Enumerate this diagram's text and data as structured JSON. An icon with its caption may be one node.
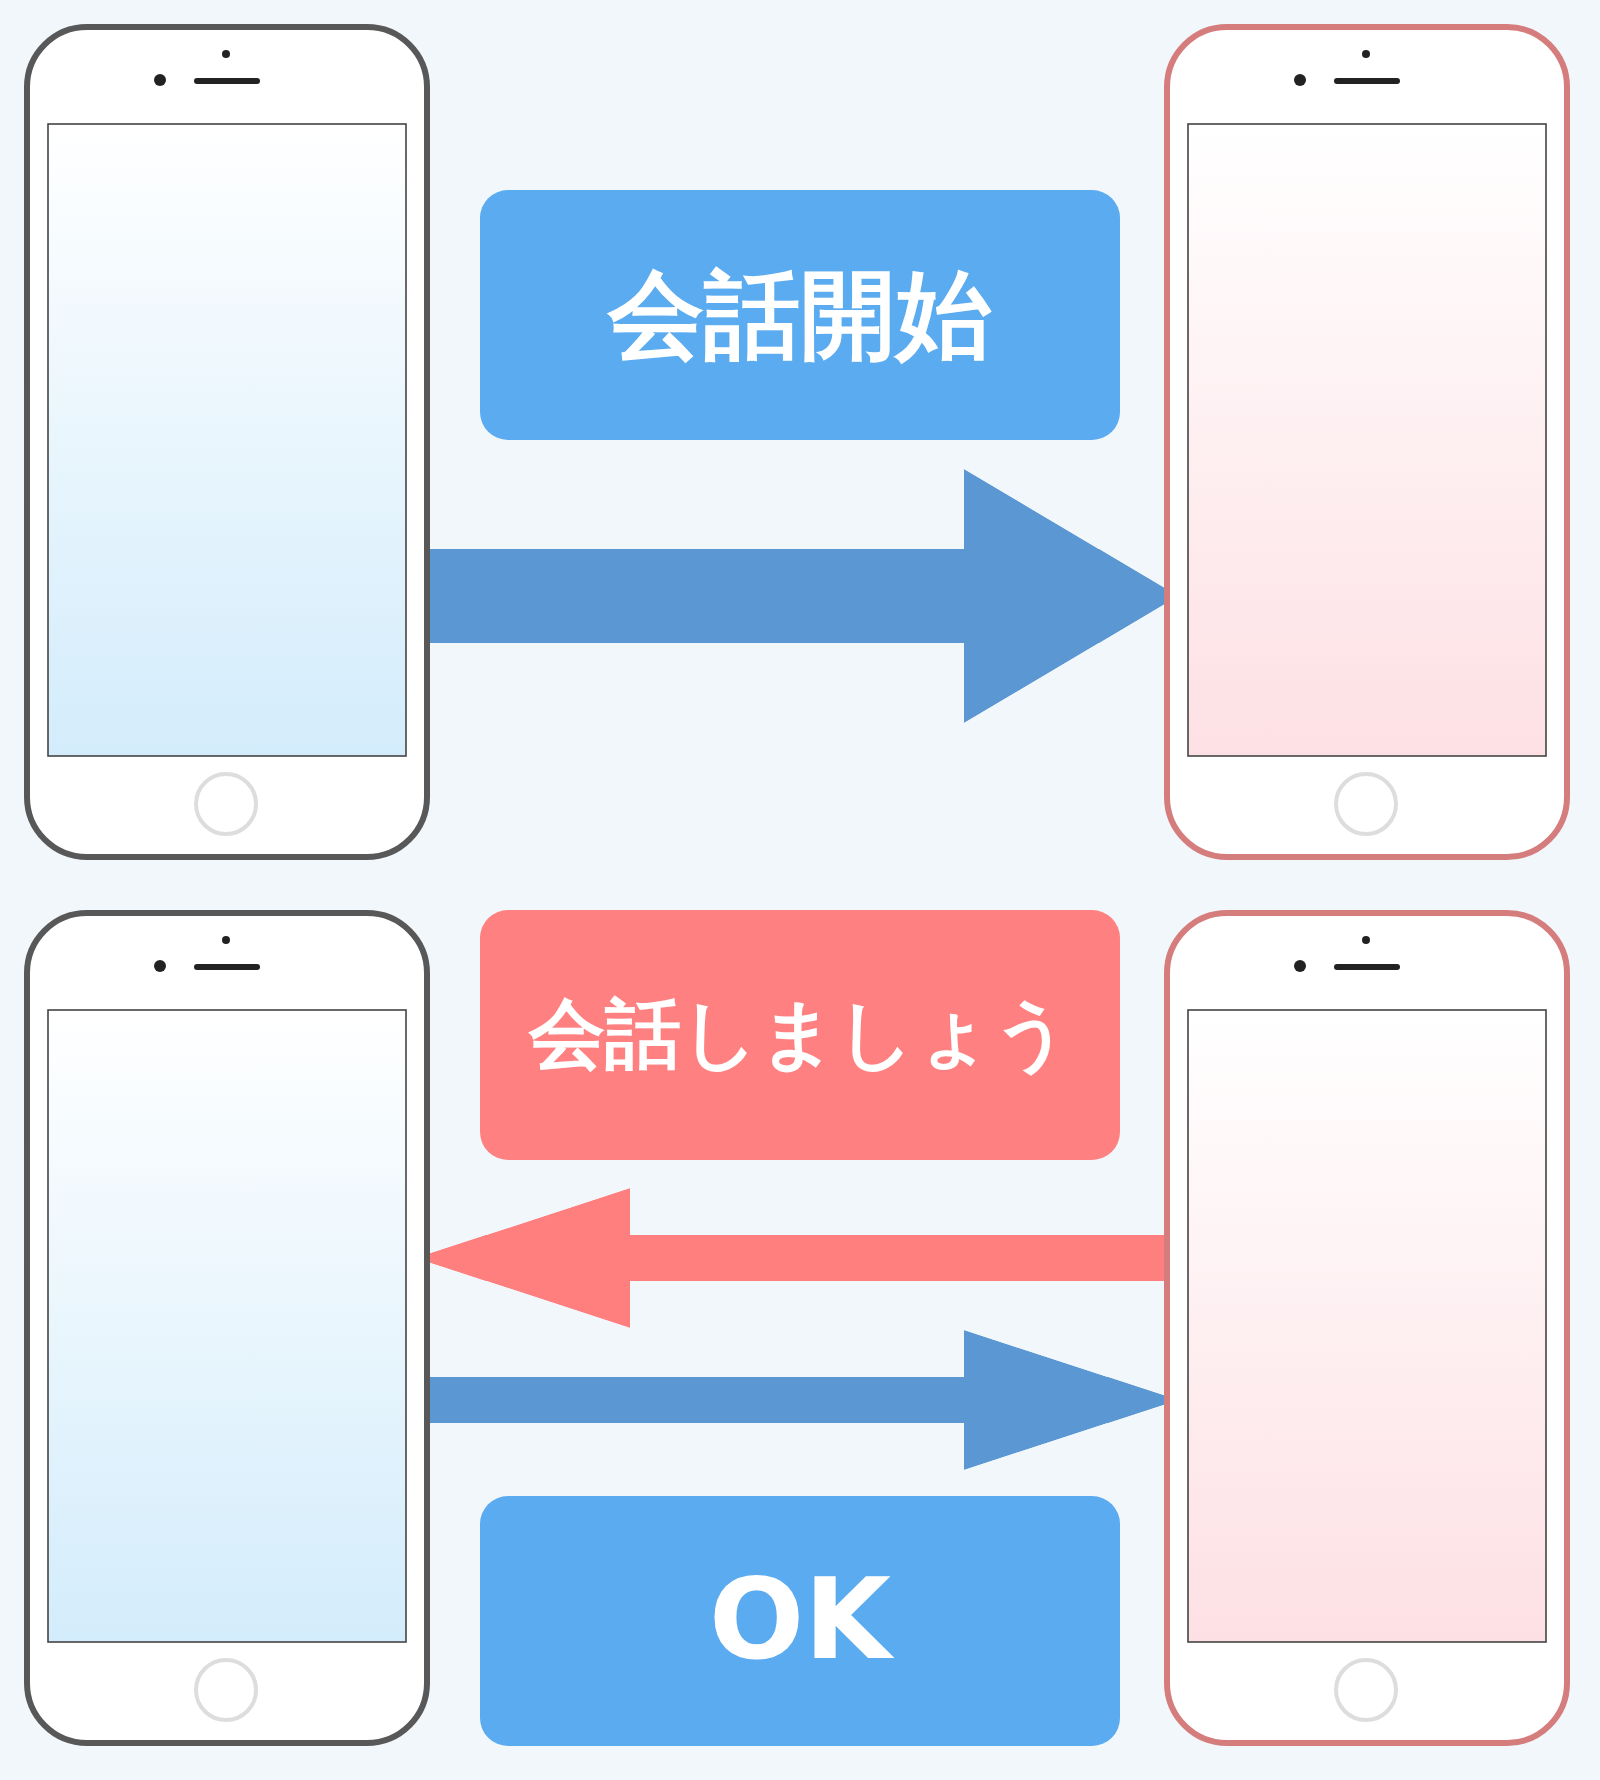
{
  "diagram": {
    "nodes": [
      {
        "text": [],
        "shape": "picture"
      },
      {
        "text": [
          "会話開始"
        ]
      },
      {
        "text": [],
        "shape": "picture"
      },
      {
        "text": [],
        "shape": "picture"
      },
      {
        "text": [
          "会話しましょう"
        ]
      },
      {
        "text": [],
        "shape": "picture"
      },
      {
        "text": [
          "OK"
        ]
      }
    ],
    "edges": [
      {
        "from": 0,
        "to": 2,
        "arrow": "to",
        "style": "thick"
      },
      {
        "from": 5,
        "to": 3,
        "arrow": "to",
        "color": "#ff7f7f"
      },
      {
        "from": 3,
        "to": 5,
        "arrow": "to"
      }
    ]
  }
}
